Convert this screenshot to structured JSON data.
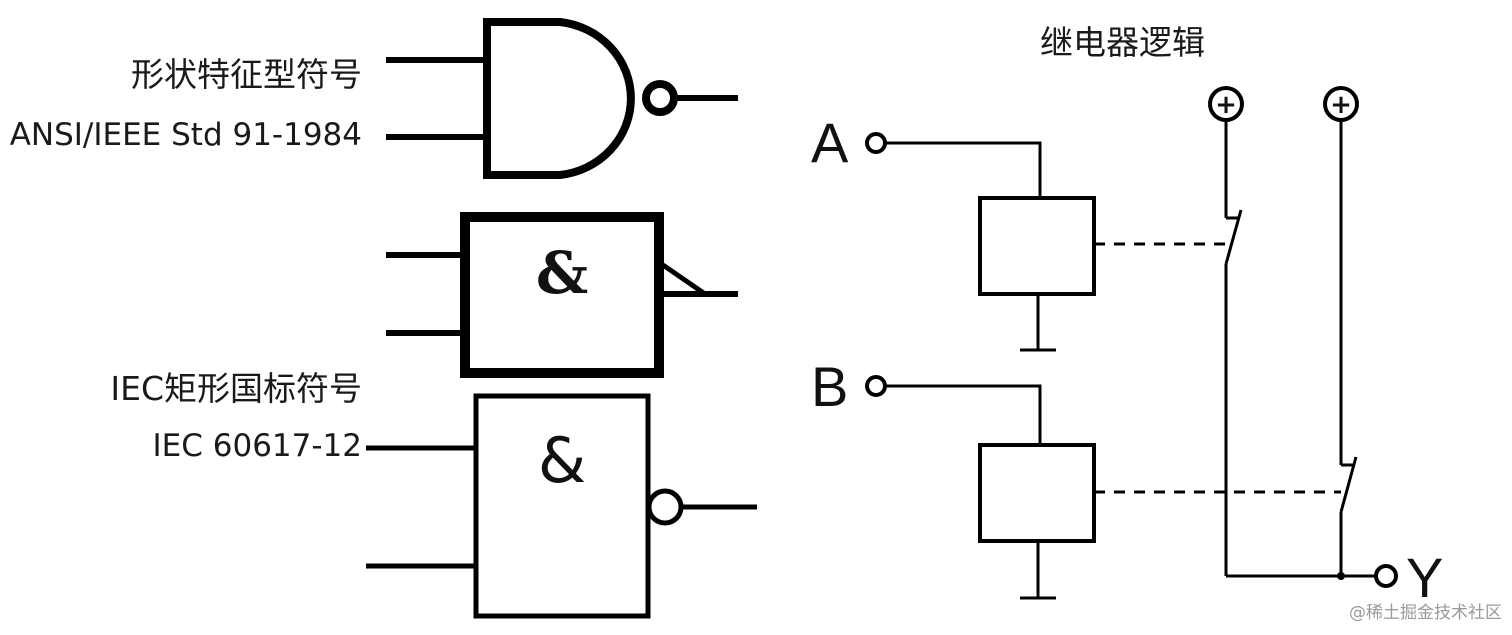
{
  "labels": {
    "shape_symbol": "形状特征型符号",
    "ansi_standard": "ANSI/IEEE Std 91-1984",
    "iec_symbol": "IEC矩形国标符号",
    "iec_standard": "IEC 60617-12",
    "relay_logic": "继电器逻辑"
  },
  "gate_symbols": {
    "and_symbol_top": "&",
    "and_symbol_bottom": "&"
  },
  "relay": {
    "input_a": "A",
    "input_b": "B",
    "output_y": "Y",
    "supply_1": "+",
    "supply_2": "+"
  },
  "watermark": "@稀土掘金技术社区"
}
